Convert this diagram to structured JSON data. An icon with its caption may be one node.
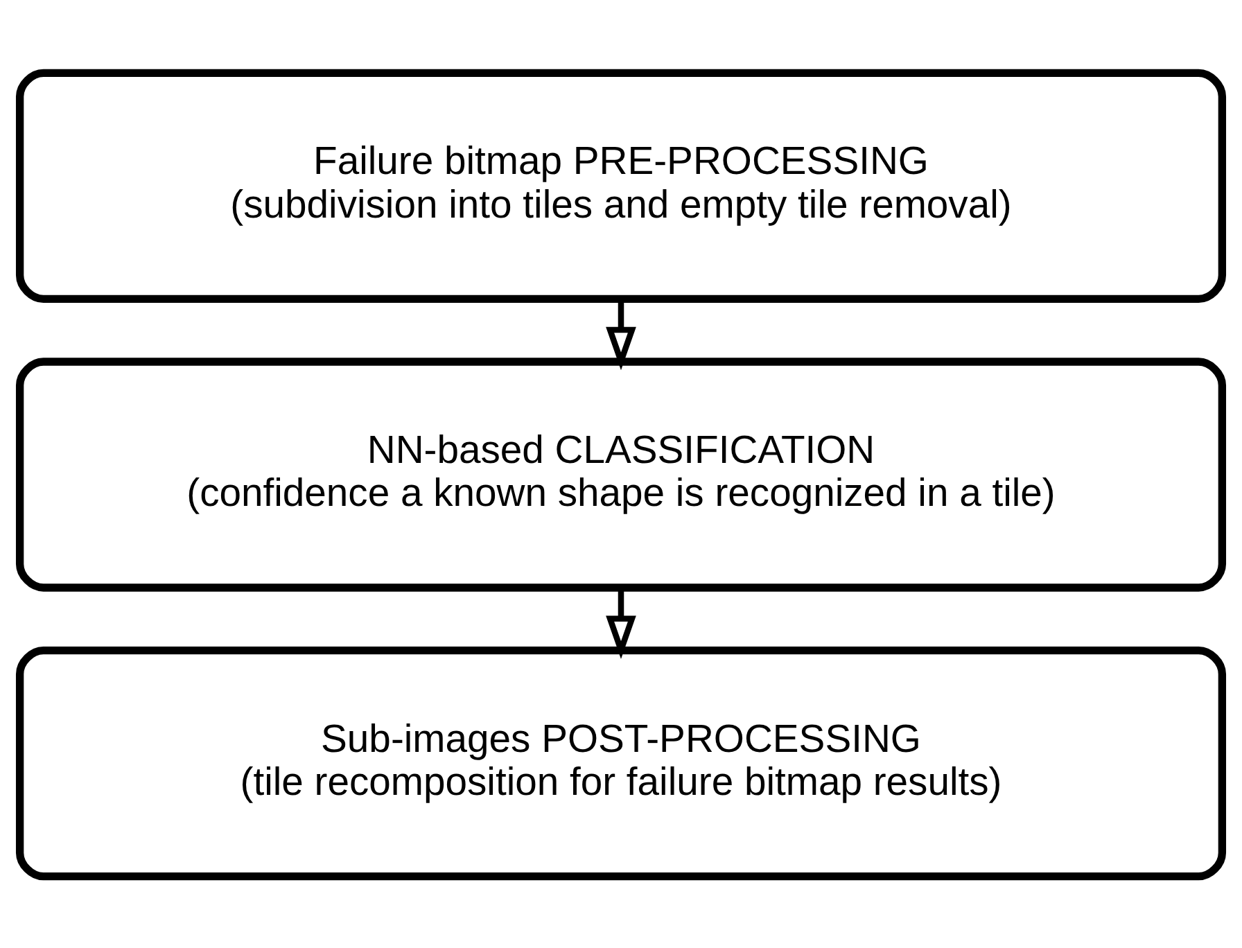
{
  "diagram": {
    "nodes": [
      {
        "text": [
          "Failure bitmap PRE-PROCESSING",
          "(subdivision into tiles and empty tile removal)"
        ]
      },
      {
        "text": [
          "NN-based CLASSIFICATION",
          "(confidence a known shape is recognized in a tile)"
        ]
      },
      {
        "text": [
          "Sub-images POST-PROCESSING",
          "(tile recomposition for failure bitmap results)"
        ]
      }
    ],
    "edges": [
      {
        "from": 0,
        "to": 1,
        "arrow": "to"
      },
      {
        "from": 1,
        "to": 2,
        "arrow": "to"
      }
    ]
  }
}
